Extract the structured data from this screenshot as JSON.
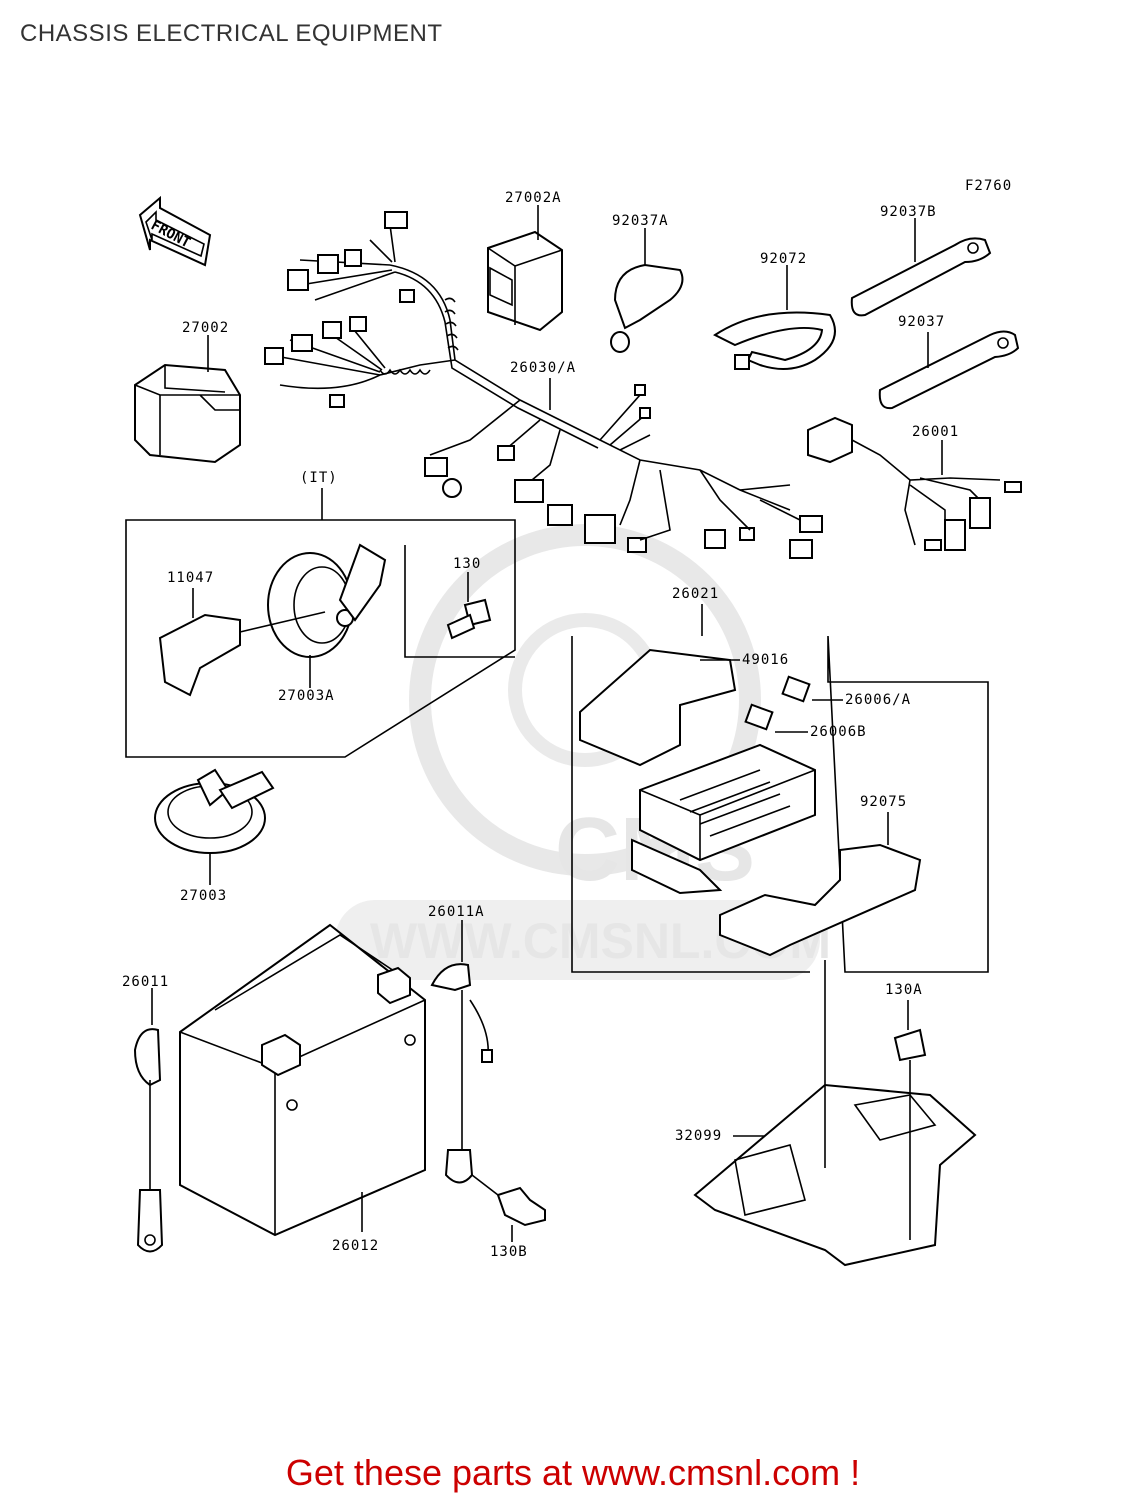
{
  "title": "CHASSIS ELECTRICAL EQUIPMENT",
  "figure_code": "F2760",
  "front_label": "FRONT",
  "variant_label": "(IT)",
  "watermark": "WWW.CMSNL.COM",
  "footer": "Get these parts at www.cmsnl.com !",
  "parts": {
    "p27002A": "27002A",
    "p92037A": "92037A",
    "p92037B": "92037B",
    "p92072": "92072",
    "p92037": "92037",
    "p27002": "27002",
    "p26030A": "26030/A",
    "p26001": "26001",
    "p11047": "11047",
    "p130": "130",
    "p27003A": "27003A",
    "p26021": "26021",
    "p49016": "49016",
    "p26006A": "26006/A",
    "p26006B": "26006B",
    "p92075": "92075",
    "p27003": "27003",
    "p26011A": "26011A",
    "p26011": "26011",
    "p130A": "130A",
    "p32099": "32099",
    "p26012": "26012",
    "p130B": "130B"
  }
}
